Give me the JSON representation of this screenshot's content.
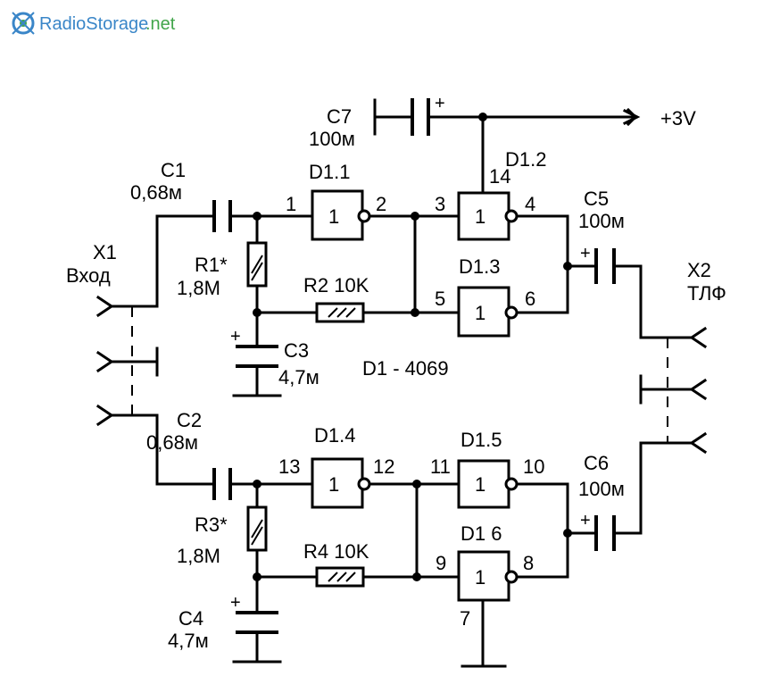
{
  "watermark": {
    "text_a": "RadioStorage",
    "text_b": ".net"
  },
  "labels": {
    "C7": "C7",
    "C7_val": "100м",
    "supply": "+3V",
    "C1": "C1",
    "C1_val": "0,68м",
    "D1_1": "D1.1",
    "D1_2": "D1.2",
    "D1_3": "D1.3",
    "D1_4": "D1.4",
    "D1_5": "D1.5",
    "D1_6": "D1 6",
    "X1": "X1",
    "X1_sub": "Вход",
    "R1": "R1*",
    "R1_val": "1,8M",
    "R2": "R2 10K",
    "R4": "R4 10K",
    "C3": "C3",
    "C3_val": "4,7м",
    "C5": "C5",
    "C5_val": "100м",
    "C6": "C6",
    "C6_val": "100м",
    "X2": "X2",
    "X2_sub": "ТЛФ",
    "chip": "D1 - 4069",
    "C2": "C2",
    "C2_val": "0,68м",
    "R3": "R3*",
    "R3_val": "1,8M",
    "C4": "C4",
    "C4_val": "4,7м",
    "gate_symbol": "1",
    "plus": "+"
  },
  "pins": {
    "p1": "1",
    "p2": "2",
    "p3": "3",
    "p4": "4",
    "p5": "5",
    "p6": "6",
    "p7": "7",
    "p8": "8",
    "p9": "9",
    "p10": "10",
    "p11": "11",
    "p12": "12",
    "p13": "13",
    "p14": "14"
  }
}
